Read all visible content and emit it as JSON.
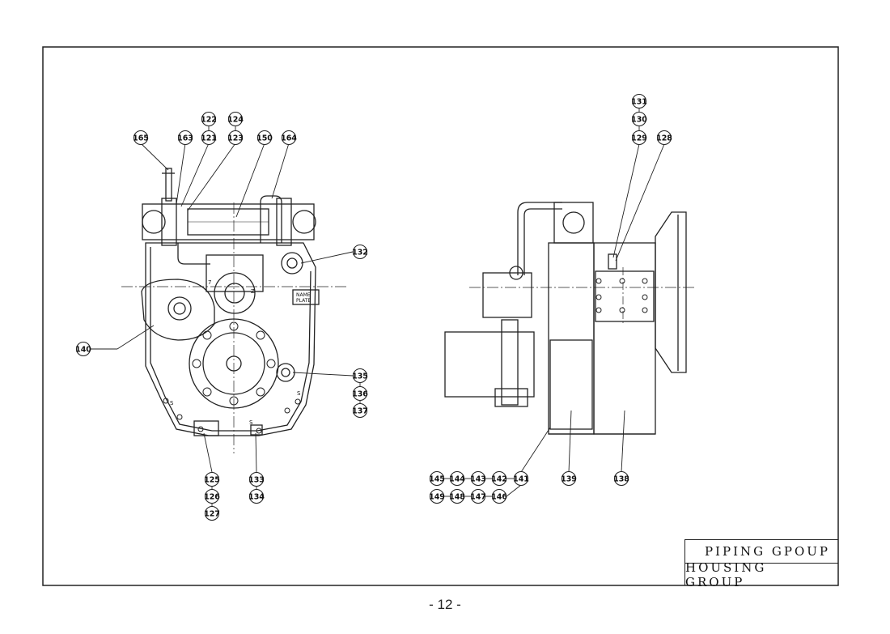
{
  "title_block": {
    "line1": "PIPING GPOUP",
    "line2": "HOUSING GROUP"
  },
  "page_number": "- 12 -",
  "labels": {
    "name_plate_1": "NAME",
    "name_plate_2": "PLATE",
    "mark_s": "S",
    "mark_z": "Z",
    "mark_7": "7"
  },
  "callouts": {
    "c165": "165",
    "c163": "163",
    "c122": "122",
    "c121": "121",
    "c124": "124",
    "c123": "123",
    "c150": "150",
    "c164": "164",
    "c132": "132",
    "c140": "140",
    "c135": "135",
    "c136": "136",
    "c137": "137",
    "c125": "125",
    "c126": "126",
    "c127": "127",
    "c133": "133",
    "c134": "134",
    "c131": "131",
    "c130": "130",
    "c129": "129",
    "c128": "128",
    "c145": "145",
    "c144": "144",
    "c143": "143",
    "c142": "142",
    "c141": "141",
    "c149": "149",
    "c148": "148",
    "c147": "147",
    "c146": "146",
    "c139": "139",
    "c138": "138"
  }
}
